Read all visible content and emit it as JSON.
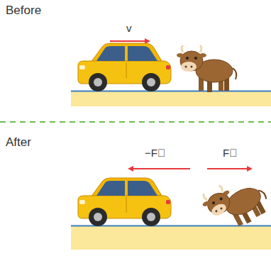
{
  "diagram": {
    "labels": [
      "Before",
      "v",
      "After",
      "−F⃗",
      "F⃗"
    ]
  }
}
